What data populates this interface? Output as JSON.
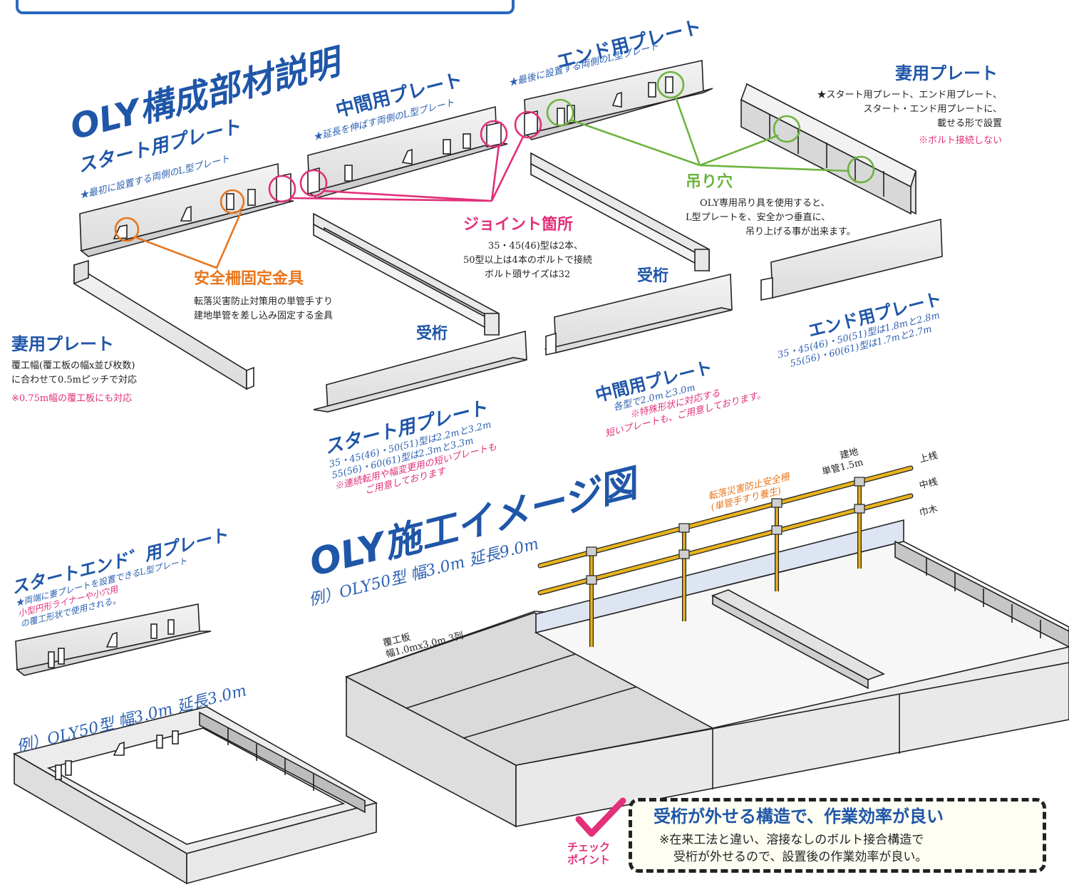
{
  "colors": {
    "title_blue": "#1f56a8",
    "highlight_orange": "#e8761e",
    "highlight_pink": "#e2307a",
    "highlight_green": "#6cb33f",
    "rail_yellow": "#e8b31e"
  },
  "section1": {
    "title": "OLY構成部材説明",
    "start_plate": {
      "title": "スタート用プレート",
      "desc": "★最初に設置する両側のL型プレート"
    },
    "middle_plate": {
      "title": "中間用プレート",
      "desc": "★延長を伸ばす両側のL型プレート"
    },
    "end_plate": {
      "title": "エンド用プレート",
      "desc": "★最後に設置する両側のL型プレート"
    },
    "gable_plate_top": {
      "title": "妻用プレート",
      "desc1": "★スタート用プレート、エンド用プレート、",
      "desc2": "スタート・エンド用プレートに、",
      "desc3": "載せる形で設置",
      "note": "※ボルト接続しない"
    },
    "rail_fitting": {
      "title": "安全柵固定金具",
      "desc1": "転落災害防止対策用の単管手すり",
      "desc2": "建地単管を差し込み固定する金具"
    },
    "joint": {
      "title": "ジョイント箇所",
      "desc1": "35・45(46)型は2本、",
      "desc2": "50型以上は4本のボルトで接続",
      "desc3": "ボルト頭サイズは32"
    },
    "lift_hole": {
      "title": "吊り穴",
      "desc1": "OLY専用吊り具を使用すると、",
      "desc2": "L型プレートを、安全かつ垂直に、",
      "desc3": "吊り上げる事が出来ます。"
    },
    "girder_label_1": "受桁",
    "girder_label_2": "受桁",
    "gable_plate_left": {
      "title": "妻用プレート",
      "desc1": "覆工幅(覆工板の幅x並び枚数)",
      "desc2": "に合わせて0.5mピッチで対応",
      "note": "※0.75m幅の覆工板にも対応"
    },
    "start_plate_sizes": {
      "title": "スタート用プレート",
      "line1": "35・45(46)・50(51)型は2.2mと3.2m",
      "line2": "55(56)・60(61)型は2.3mと3.3m",
      "note1": "※連続転用や幅変更用の短いプレートも",
      "note2": "ご用意しております"
    },
    "middle_plate_sizes": {
      "title": "中間用プレート",
      "line1": "各型で2.0mと3.0m",
      "note1": "※特殊形状に対応する",
      "note2": "短いプレートも、ご用意しております。"
    },
    "end_plate_sizes": {
      "title": "エンド用プレート",
      "line1": "35・45(46)・50(51)型は1.8mと2.8m",
      "line2": "55(56)・60(61)型は1.7mと2.7m"
    }
  },
  "section2": {
    "start_end_plate": {
      "title": "スタートエンド゛用プレート",
      "desc1": "★両端に妻プレートを設置できるL型プレート",
      "desc2": "小型円形ライナーや小穴用",
      "desc3": "の覆工形状で使用される。"
    },
    "example_small": "例）OLY50型 幅3.0m 延長3.0m",
    "title": "OLY施工イメージ図",
    "example_large": "例）OLY50型 幅3.0m 延長9.0m",
    "cover_board": {
      "line1": "覆工板",
      "line2": "幅1.0mx3.0m 3列"
    },
    "guard_rail": {
      "line1": "転落災害防止安全柵",
      "line2": "(単管手すり養生)"
    },
    "post": {
      "line1": "建地",
      "line2": "単管1.5m"
    },
    "rail_labels": {
      "upper": "上桟",
      "middle": "中桟",
      "toe": "巾木"
    }
  },
  "check_point": {
    "badge1": "チェック",
    "badge2": "ポイント",
    "headline": "受桁が外せる構造で、作業効率が良い",
    "note1": "※在来工法と違い、溶接なしのボルト接合構造で",
    "note2": "受桁が外せるので、設置後の作業効率が良い。"
  }
}
